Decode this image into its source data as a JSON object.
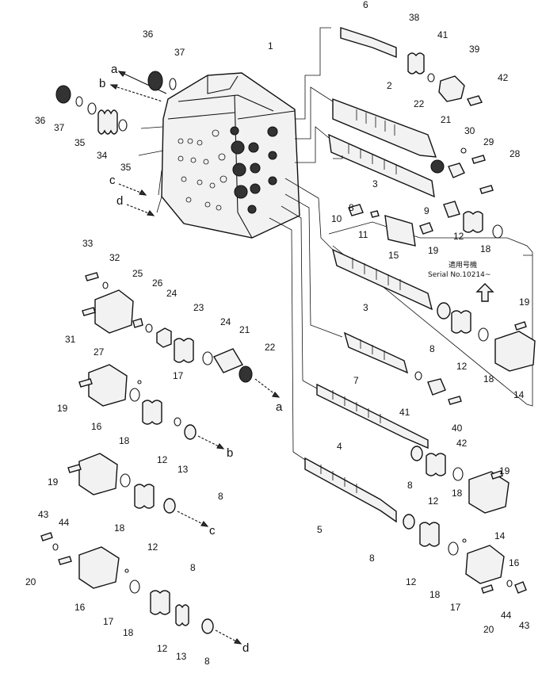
{
  "diagram": {
    "labels": [
      "1",
      "2",
      "3",
      "4",
      "5",
      "6",
      "7",
      "8",
      "9",
      "10",
      "11",
      "12",
      "13",
      "14",
      "15",
      "16",
      "17",
      "18",
      "19",
      "20",
      "21",
      "22",
      "23",
      "24",
      "25",
      "26",
      "27",
      "28",
      "29",
      "30",
      "31",
      "32",
      "33",
      "34",
      "35",
      "36",
      "37",
      "38",
      "39",
      "40",
      "41",
      "42",
      "43",
      "44"
    ],
    "letters": [
      "a",
      "b",
      "c",
      "d"
    ],
    "note": {
      "line1": "適用号機",
      "line2": "Serial No.10214~"
    }
  }
}
